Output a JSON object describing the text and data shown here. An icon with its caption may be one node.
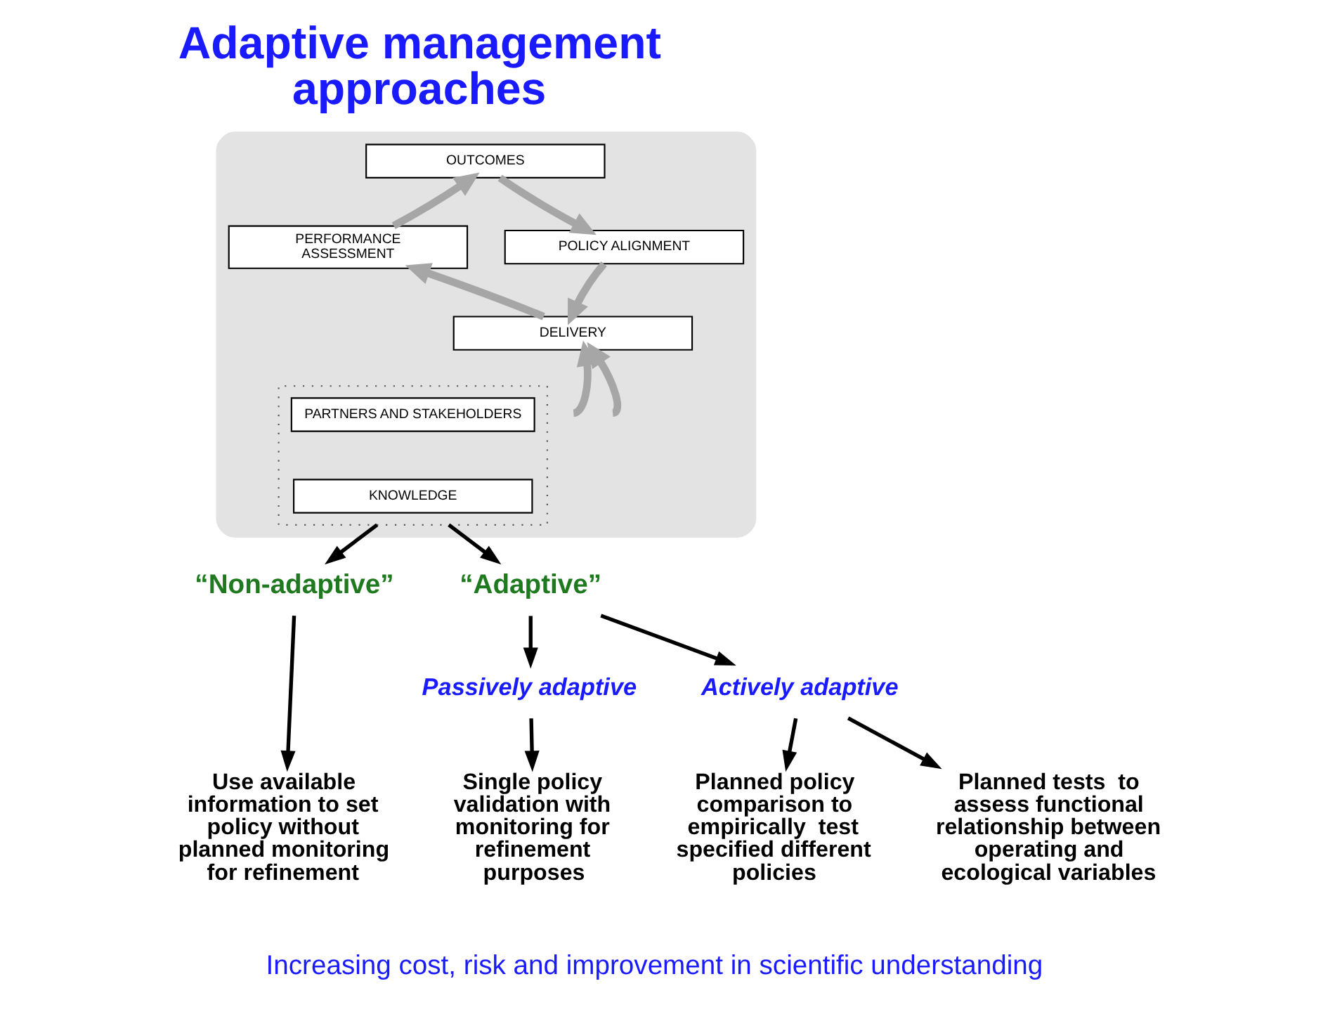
{
  "diagram": {
    "title": "Adaptive management approaches",
    "caption": "Increasing cost, risk and improvement in scientific understanding",
    "nodes": [
      {
        "text": [],
        "shape": "ellipse"
      },
      {
        "text": [
          "OUTCOMES"
        ],
        "in": 0
      },
      {
        "text": [
          "PERFORMANCE ASSESSMENT"
        ],
        "in": 0
      },
      {
        "text": [
          "POLICY ALIGNMENT"
        ],
        "in": 0
      },
      {
        "text": [
          "DELIVERY"
        ],
        "in": 0
      },
      {
        "text": [],
        "shape": "box",
        "in": 0
      },
      {
        "text": [
          "PARTNERS AND STAKEHOLDERS"
        ],
        "in": 5
      },
      {
        "text": [
          "KNOWLEDGE"
        ],
        "in": 5
      },
      {
        "text": [
          "“Non-adaptive”"
        ]
      },
      {
        "text": [
          "“Adaptive”"
        ]
      },
      {
        "text": [
          "Passively adaptive"
        ]
      },
      {
        "text": [
          "Actively adaptive"
        ]
      },
      {
        "text": [
          "Use available information to set policy without planned monitoring for refinement"
        ]
      },
      {
        "text": [
          "Single policy validation with monitoring for refinement purposes"
        ]
      },
      {
        "text": [
          "Planned policy comparison to empirically  test specified different policies"
        ]
      },
      {
        "text": [
          "Planned tests  to assess functional relationship between operating and ecological variables"
        ]
      }
    ],
    "edges": [
      {
        "from": 2,
        "to": 1,
        "arrow": "to",
        "style": "thick",
        "color": "#a6a6a6"
      },
      {
        "from": 1,
        "to": 3,
        "arrow": "to",
        "style": "thick",
        "color": "#a6a6a6"
      },
      {
        "from": 3,
        "to": 4,
        "arrow": "to",
        "style": "thick",
        "color": "#a6a6a6"
      },
      {
        "from": 4,
        "to": 2,
        "arrow": "to",
        "style": "thick",
        "color": "#a6a6a6"
      },
      {
        "from": null,
        "to": 4,
        "arrow": "to",
        "style": "thick",
        "color": "#a6a6a6"
      },
      {
        "from": null,
        "to": 4,
        "arrow": "to",
        "style": "thick",
        "color": "#a6a6a6"
      },
      {
        "from": 5,
        "to": 8,
        "arrow": "to"
      },
      {
        "from": 5,
        "to": 9,
        "arrow": "to"
      },
      {
        "from": 9,
        "to": 10,
        "arrow": "to"
      },
      {
        "from": 9,
        "to": 11,
        "arrow": "to"
      },
      {
        "from": 8,
        "to": 12,
        "arrow": "to"
      },
      {
        "from": 10,
        "to": 13,
        "arrow": "to"
      },
      {
        "from": 11,
        "to": 14,
        "arrow": "to"
      },
      {
        "from": 11,
        "to": 15,
        "arrow": "to"
      }
    ]
  }
}
